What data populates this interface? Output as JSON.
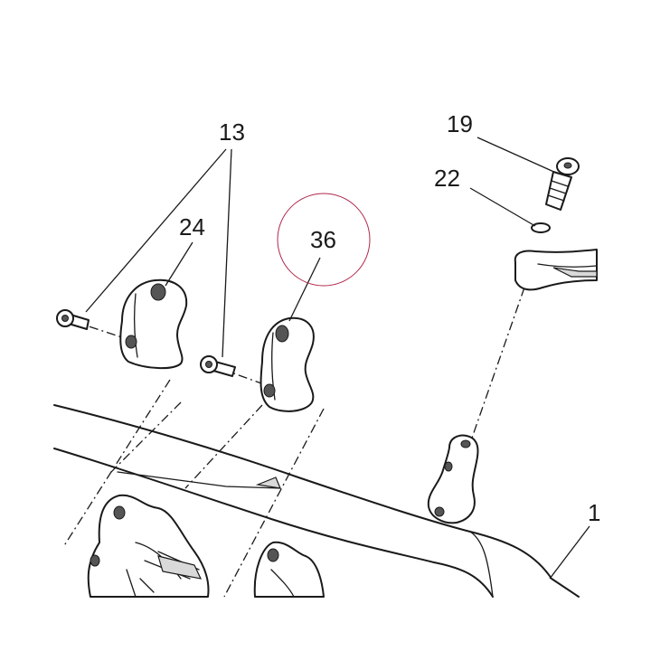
{
  "callouts": {
    "c13": "13",
    "c24": "24",
    "c36": "36",
    "c19": "19",
    "c22": "22",
    "c1": "1"
  },
  "colors": {
    "line": "#1a1a1a",
    "highlight_circle": "#b0284a",
    "background": "#ffffff"
  }
}
